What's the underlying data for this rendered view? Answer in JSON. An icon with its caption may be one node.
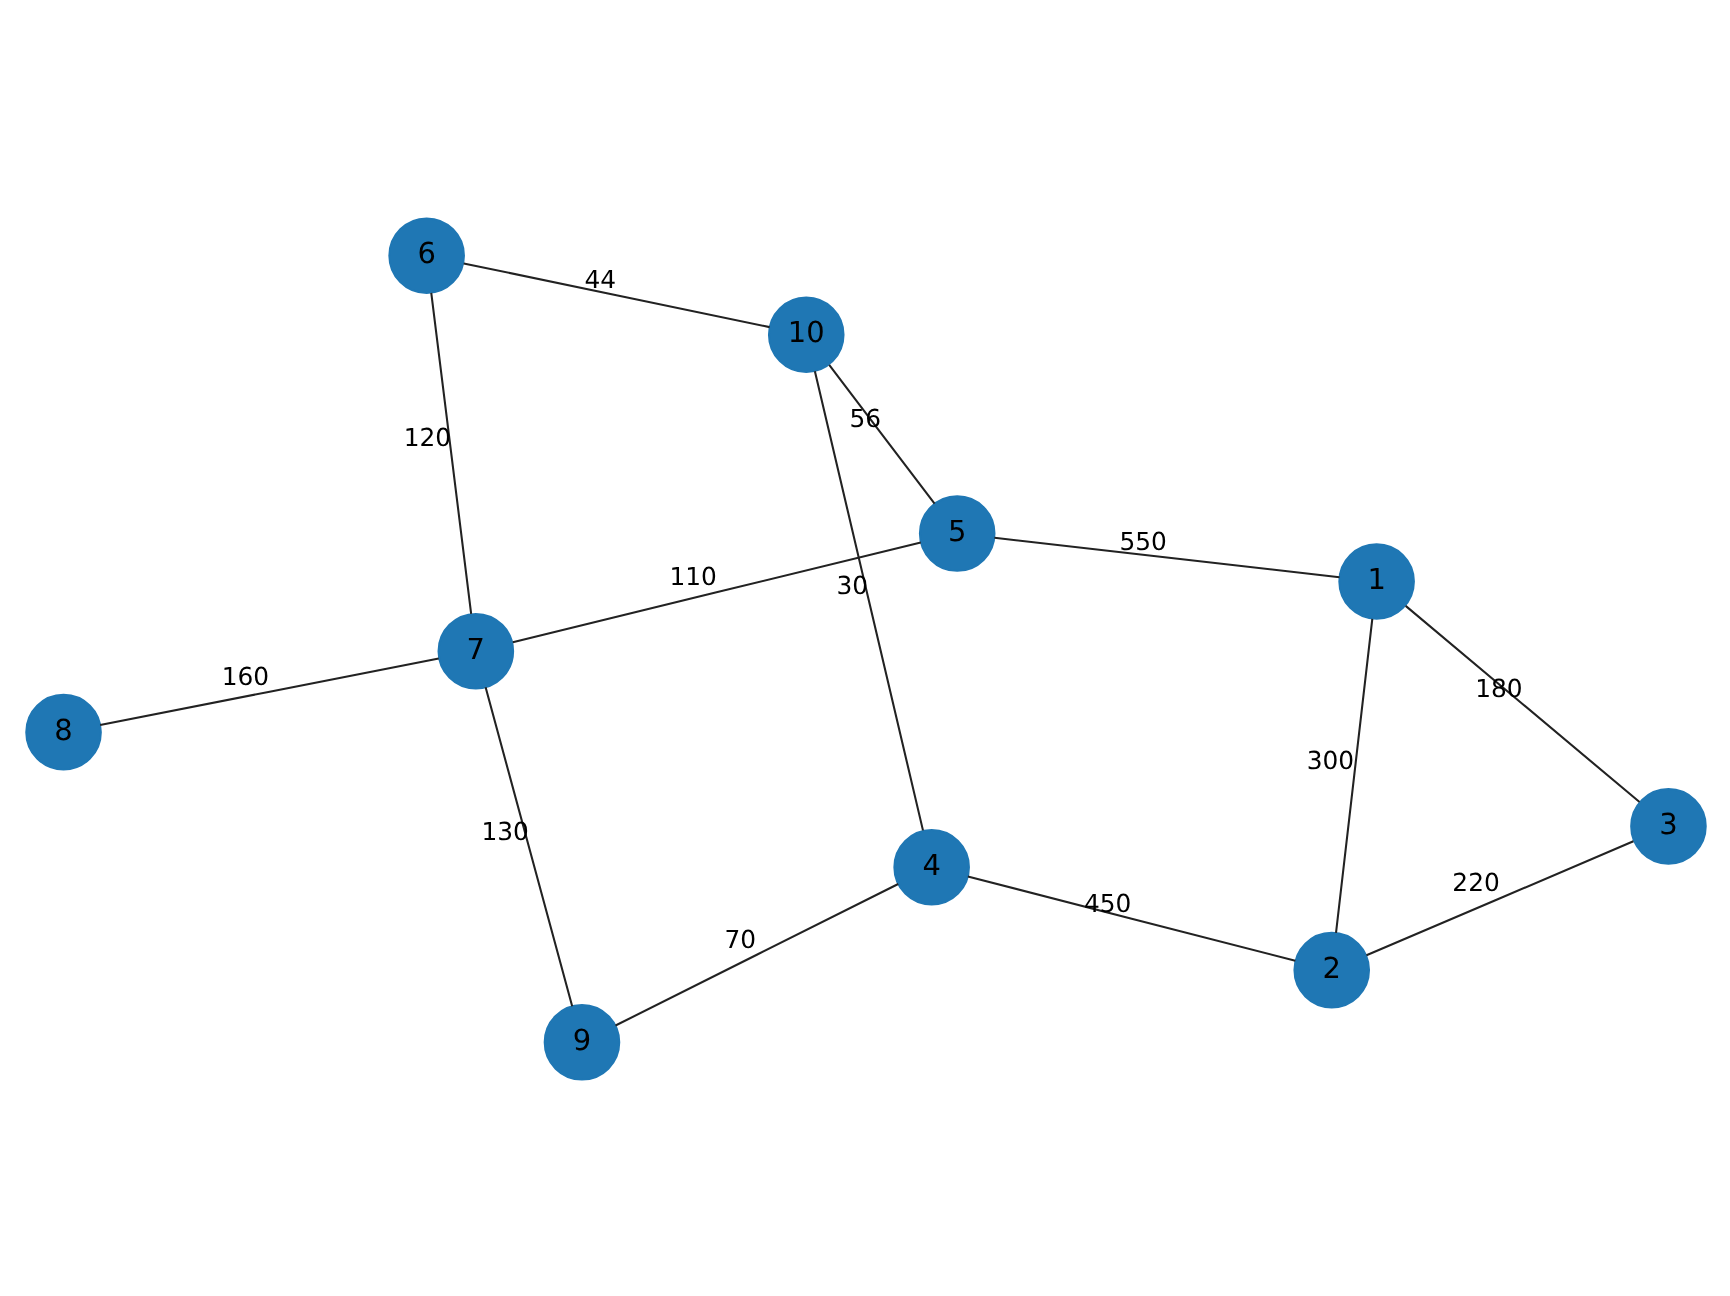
{
  "diagram": {
    "nodes": [
      {
        "text": [
          "6"
        ]
      },
      {
        "text": [
          "8"
        ]
      },
      {
        "text": [
          "10"
        ]
      },
      {
        "text": [
          "7"
        ]
      },
      {
        "text": [
          "5"
        ]
      },
      {
        "text": [
          "9"
        ]
      },
      {
        "text": [
          "1"
        ]
      },
      {
        "text": [
          "4"
        ]
      },
      {
        "text": [
          "2"
        ]
      },
      {
        "text": [
          "3"
        ]
      }
    ],
    "edges": [
      {
        "from": 0,
        "to": 3,
        "arrow": "none",
        "label": "120"
      },
      {
        "from": 0,
        "to": 2,
        "arrow": "none",
        "label": "44"
      },
      {
        "from": 1,
        "to": 3,
        "arrow": "none",
        "label": "160"
      },
      {
        "from": 3,
        "to": 4,
        "arrow": "none",
        "label": "110"
      },
      {
        "from": 3,
        "to": 5,
        "arrow": "none",
        "label": "130"
      },
      {
        "from": 2,
        "to": 4,
        "arrow": "none",
        "label": "56"
      },
      {
        "from": 2,
        "to": 7,
        "arrow": "none",
        "label": "30"
      },
      {
        "from": 4,
        "to": 6,
        "arrow": "none",
        "label": "550"
      },
      {
        "from": 5,
        "to": 7,
        "arrow": "none",
        "label": "70"
      },
      {
        "from": 7,
        "to": 8,
        "arrow": "none",
        "label": "450"
      },
      {
        "from": 6,
        "to": 8,
        "arrow": "none",
        "label": "300"
      },
      {
        "from": 6,
        "to": 9,
        "arrow": "none",
        "label": "180"
      },
      {
        "from": 8,
        "to": 9,
        "arrow": "none",
        "label": "220"
      }
    ]
  }
}
